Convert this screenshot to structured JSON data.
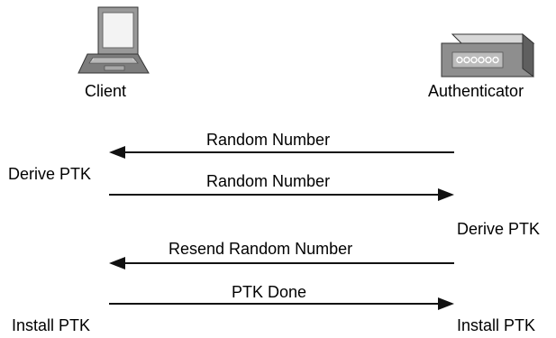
{
  "participants": {
    "client": {
      "label": "Client",
      "icon": "laptop-icon"
    },
    "authenticator": {
      "label": "Authenticator",
      "icon": "access-point-icon"
    }
  },
  "messages": [
    {
      "label": "Random Number",
      "direction": "authenticator-to-client"
    },
    {
      "label": "Random Number",
      "direction": "client-to-authenticator"
    },
    {
      "label": "Resend Random Number",
      "direction": "authenticator-to-client"
    },
    {
      "label": "PTK Done",
      "direction": "client-to-authenticator"
    }
  ],
  "actions": {
    "client_derive": "Derive PTK",
    "authenticator_derive": "Derive PTK",
    "client_install": "Install PTK",
    "authenticator_install": "Install PTK"
  },
  "colors": {
    "line": "#111111",
    "device_dark": "#4a4a4a",
    "device_mid": "#8f8f8f",
    "device_light": "#d9d9d9"
  }
}
